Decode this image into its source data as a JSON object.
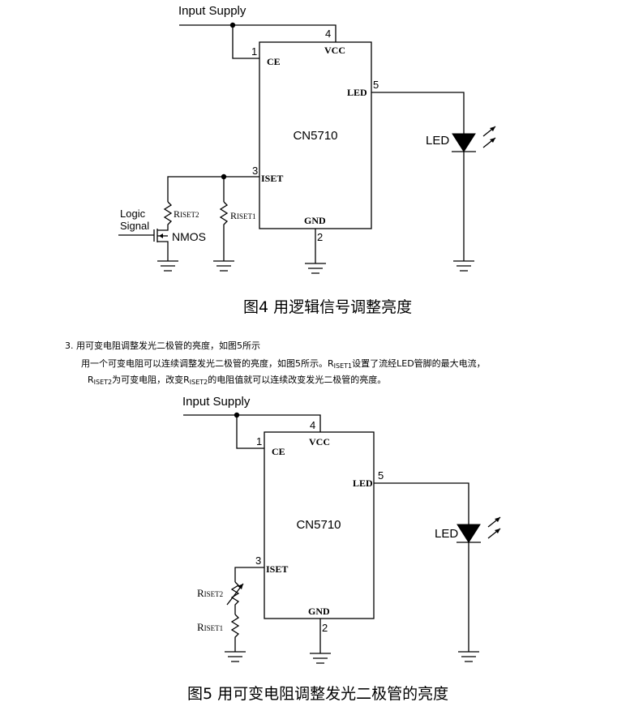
{
  "figure4": {
    "input_label": "Input Supply",
    "chip_name": "CN5710",
    "pin_ce": "CE",
    "pin_ce_num": "1",
    "pin_vcc": "VCC",
    "pin_vcc_num": "4",
    "pin_led": "LED",
    "pin_led_num": "5",
    "pin_iset": "ISET",
    "pin_iset_num": "3",
    "pin_gnd": "GND",
    "pin_gnd_num": "2",
    "led_label": "LED",
    "logic_label_1": "Logic",
    "logic_label_2": "Signal",
    "nmos_label": "NMOS",
    "riset2_r": "R",
    "riset2_sub": "ISET2",
    "riset1_r": "R",
    "riset1_sub": "ISET1",
    "caption": "图4    用逻辑信号调整亮度"
  },
  "section": {
    "heading": "3.   用可变电阻调整发光二极管的亮度，如图5所示",
    "line1_a": "用一个可变电阻可以连续调整发光二极管的亮度，如图5所示。",
    "line1_r": "R",
    "line1_sub": "ISET1",
    "line1_b": "设置了流经LED管脚的最大电流，",
    "line2_r1": "R",
    "line2_sub1": "ISET2",
    "line2_a": "为可变电阻，改变",
    "line2_r2": "R",
    "line2_sub2": "ISET2",
    "line2_b": "的电阻值就可以连续改变发光二极管的亮度。"
  },
  "figure5": {
    "input_label": "Input Supply",
    "chip_name": "CN5710",
    "pin_ce": "CE",
    "pin_ce_num": "1",
    "pin_vcc": "VCC",
    "pin_vcc_num": "4",
    "pin_led": "LED",
    "pin_led_num": "5",
    "pin_iset": "ISET",
    "pin_iset_num": "3",
    "pin_gnd": "GND",
    "pin_gnd_num": "2",
    "led_label": "LED",
    "riset2_r": "R",
    "riset2_sub": "ISET2",
    "riset1_r": "R",
    "riset1_sub": "ISET1",
    "caption": "图5    用可变电阻调整发光二极管的亮度"
  }
}
